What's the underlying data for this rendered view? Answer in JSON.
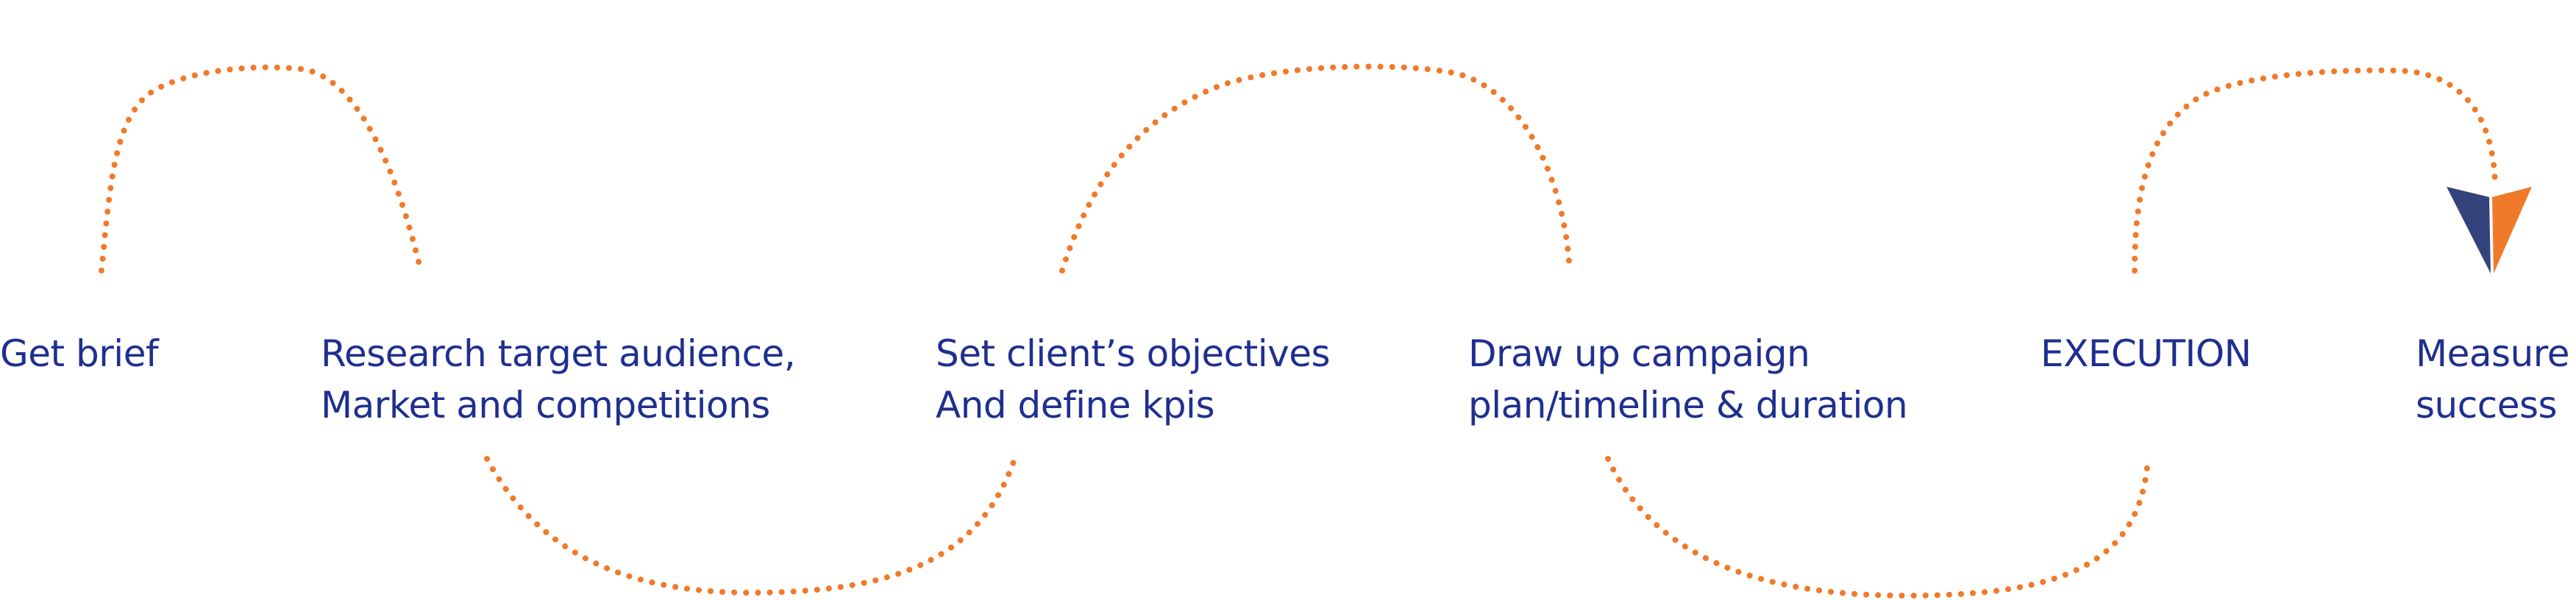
{
  "colors": {
    "text": "#1f2f8f",
    "connector": "#f07a2a",
    "arrow_left": "#34437c",
    "arrow_right": "#f07a2a"
  },
  "icons": {
    "arrow": "arrowhead-down-icon"
  },
  "steps": [
    {
      "lines": [
        "Get brief"
      ]
    },
    {
      "lines": [
        "Research target audience,",
        "Market and competitions"
      ]
    },
    {
      "lines": [
        "Set client’s objectives",
        "And define kpis"
      ]
    },
    {
      "lines": [
        "Draw up campaign",
        "plan/timeline & duration"
      ]
    },
    {
      "lines": [
        "EXECUTION"
      ]
    },
    {
      "lines": [
        "Measure",
        "success"
      ]
    }
  ]
}
